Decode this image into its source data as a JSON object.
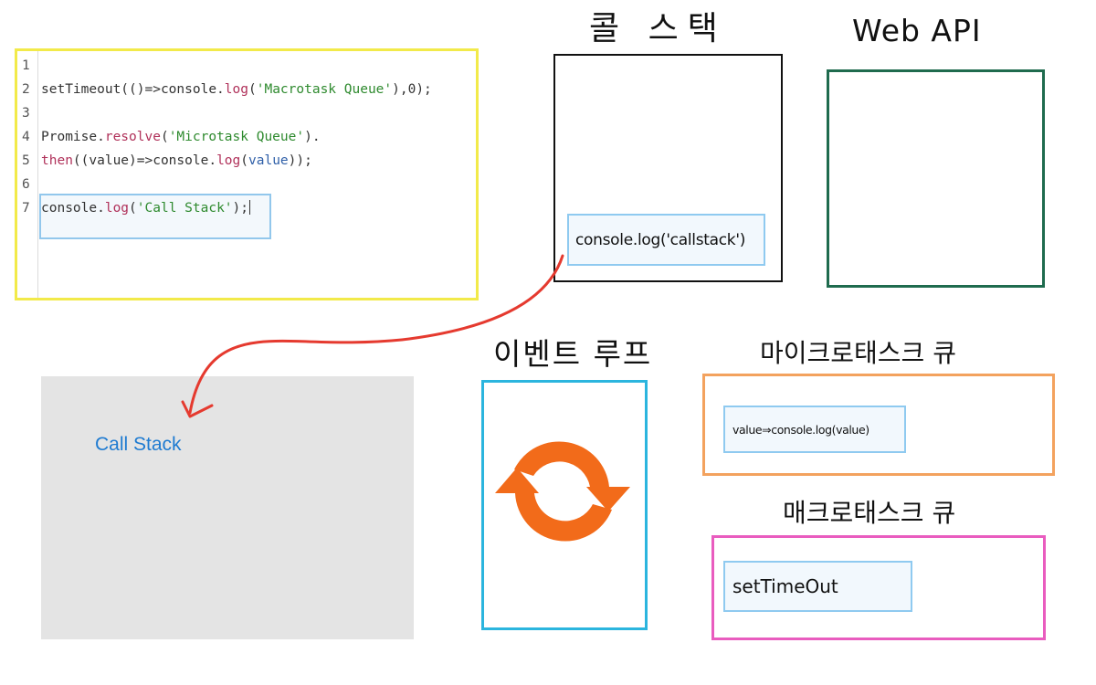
{
  "editor": {
    "lines": [
      {
        "num": "1",
        "parts": []
      },
      {
        "num": "2",
        "parts": [
          {
            "t": "setTimeout(()=>console.",
            "c": "plain"
          },
          {
            "t": "log",
            "c": "fn"
          },
          {
            "t": "(",
            "c": "plain"
          },
          {
            "t": "'Macrotask Queue'",
            "c": "str"
          },
          {
            "t": "),0);",
            "c": "plain"
          }
        ]
      },
      {
        "num": "3",
        "parts": []
      },
      {
        "num": "4",
        "parts": [
          {
            "t": "Promise.",
            "c": "plain"
          },
          {
            "t": "resolve",
            "c": "fn"
          },
          {
            "t": "(",
            "c": "plain"
          },
          {
            "t": "'Microtask Queue'",
            "c": "str"
          },
          {
            "t": ").",
            "c": "plain"
          }
        ]
      },
      {
        "num": "5",
        "parts": [
          {
            "t": "then",
            "c": "fn"
          },
          {
            "t": "((value)=>console.",
            "c": "plain"
          },
          {
            "t": "log",
            "c": "fn"
          },
          {
            "t": "(",
            "c": "plain"
          },
          {
            "t": "value",
            "c": "var"
          },
          {
            "t": "));",
            "c": "plain"
          }
        ]
      },
      {
        "num": "6",
        "parts": []
      },
      {
        "num": "7",
        "parts": [
          {
            "t": "console.",
            "c": "plain"
          },
          {
            "t": "log",
            "c": "fn"
          },
          {
            "t": "(",
            "c": "plain"
          },
          {
            "t": "'Call Stack'",
            "c": "str"
          },
          {
            "t": ");",
            "c": "plain"
          }
        ]
      }
    ]
  },
  "output": {
    "text": "Call Stack"
  },
  "call_stack": {
    "title": "콜 스택",
    "item": "console.log('callstack')"
  },
  "web_api": {
    "title": "Web API"
  },
  "event_loop": {
    "title": "이벤트 루프",
    "icon": "refresh-icon"
  },
  "microtask_queue": {
    "title": "마이크로태스크 큐",
    "item": "value⇒console.log(value)"
  },
  "macrotask_queue": {
    "title": "매크로태스크 큐",
    "item": "setTimeOut"
  },
  "colors": {
    "editor_border": "#f2ea4a",
    "callstack_border": "#111111",
    "webapi_border": "#1f6b4e",
    "eventloop_border": "#2bb5de",
    "microtask_border": "#f3a25e",
    "macrotask_border": "#e95cbf",
    "chip_border": "#8fcaf0",
    "output_text": "#1f7bd1",
    "arrow": "#e53a2f",
    "loop_icon": "#f26b1a"
  }
}
